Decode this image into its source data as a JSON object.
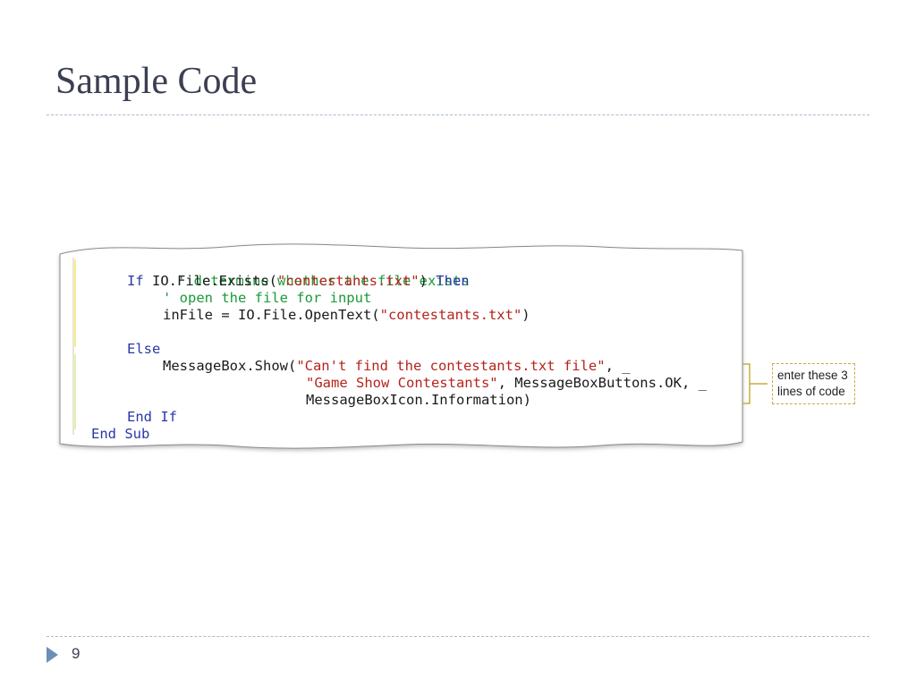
{
  "slide": {
    "title": "Sample Code",
    "page_number": "9"
  },
  "code": {
    "line1": {
      "comment": "' determine whether the file exists"
    },
    "line2": {
      "kw_if": "If",
      "text": " IO.File.Exists(",
      "str": "\"contestants.txt\"",
      "close": ") ",
      "kw_then": "Then"
    },
    "line3": {
      "comment": "' open the file for input"
    },
    "line4": {
      "text": "inFile = IO.File.OpenText(",
      "str": "\"contestants.txt\"",
      "close": ")"
    },
    "line5": {
      "kw_else": "Else"
    },
    "line6": {
      "text": "MessageBox.Show(",
      "str": "\"Can't find the contestants.txt file\"",
      "tail": ", _"
    },
    "line7": {
      "str": "\"Game Show Contestants\"",
      "tail": ", MessageBoxButtons.OK, _"
    },
    "line8": {
      "text": "MessageBoxIcon.Information)"
    },
    "line9": {
      "kw": "End If"
    },
    "line10": {
      "kw": "End Sub"
    }
  },
  "callout": {
    "line1": "enter these 3",
    "line2": "lines of code"
  },
  "colors": {
    "keyword": "#2a37a8",
    "comment": "#1b9a39",
    "string": "#b5241d",
    "title": "#3b3f53",
    "accent": "#6c8fb5",
    "callout_border": "#c9ad3f"
  }
}
